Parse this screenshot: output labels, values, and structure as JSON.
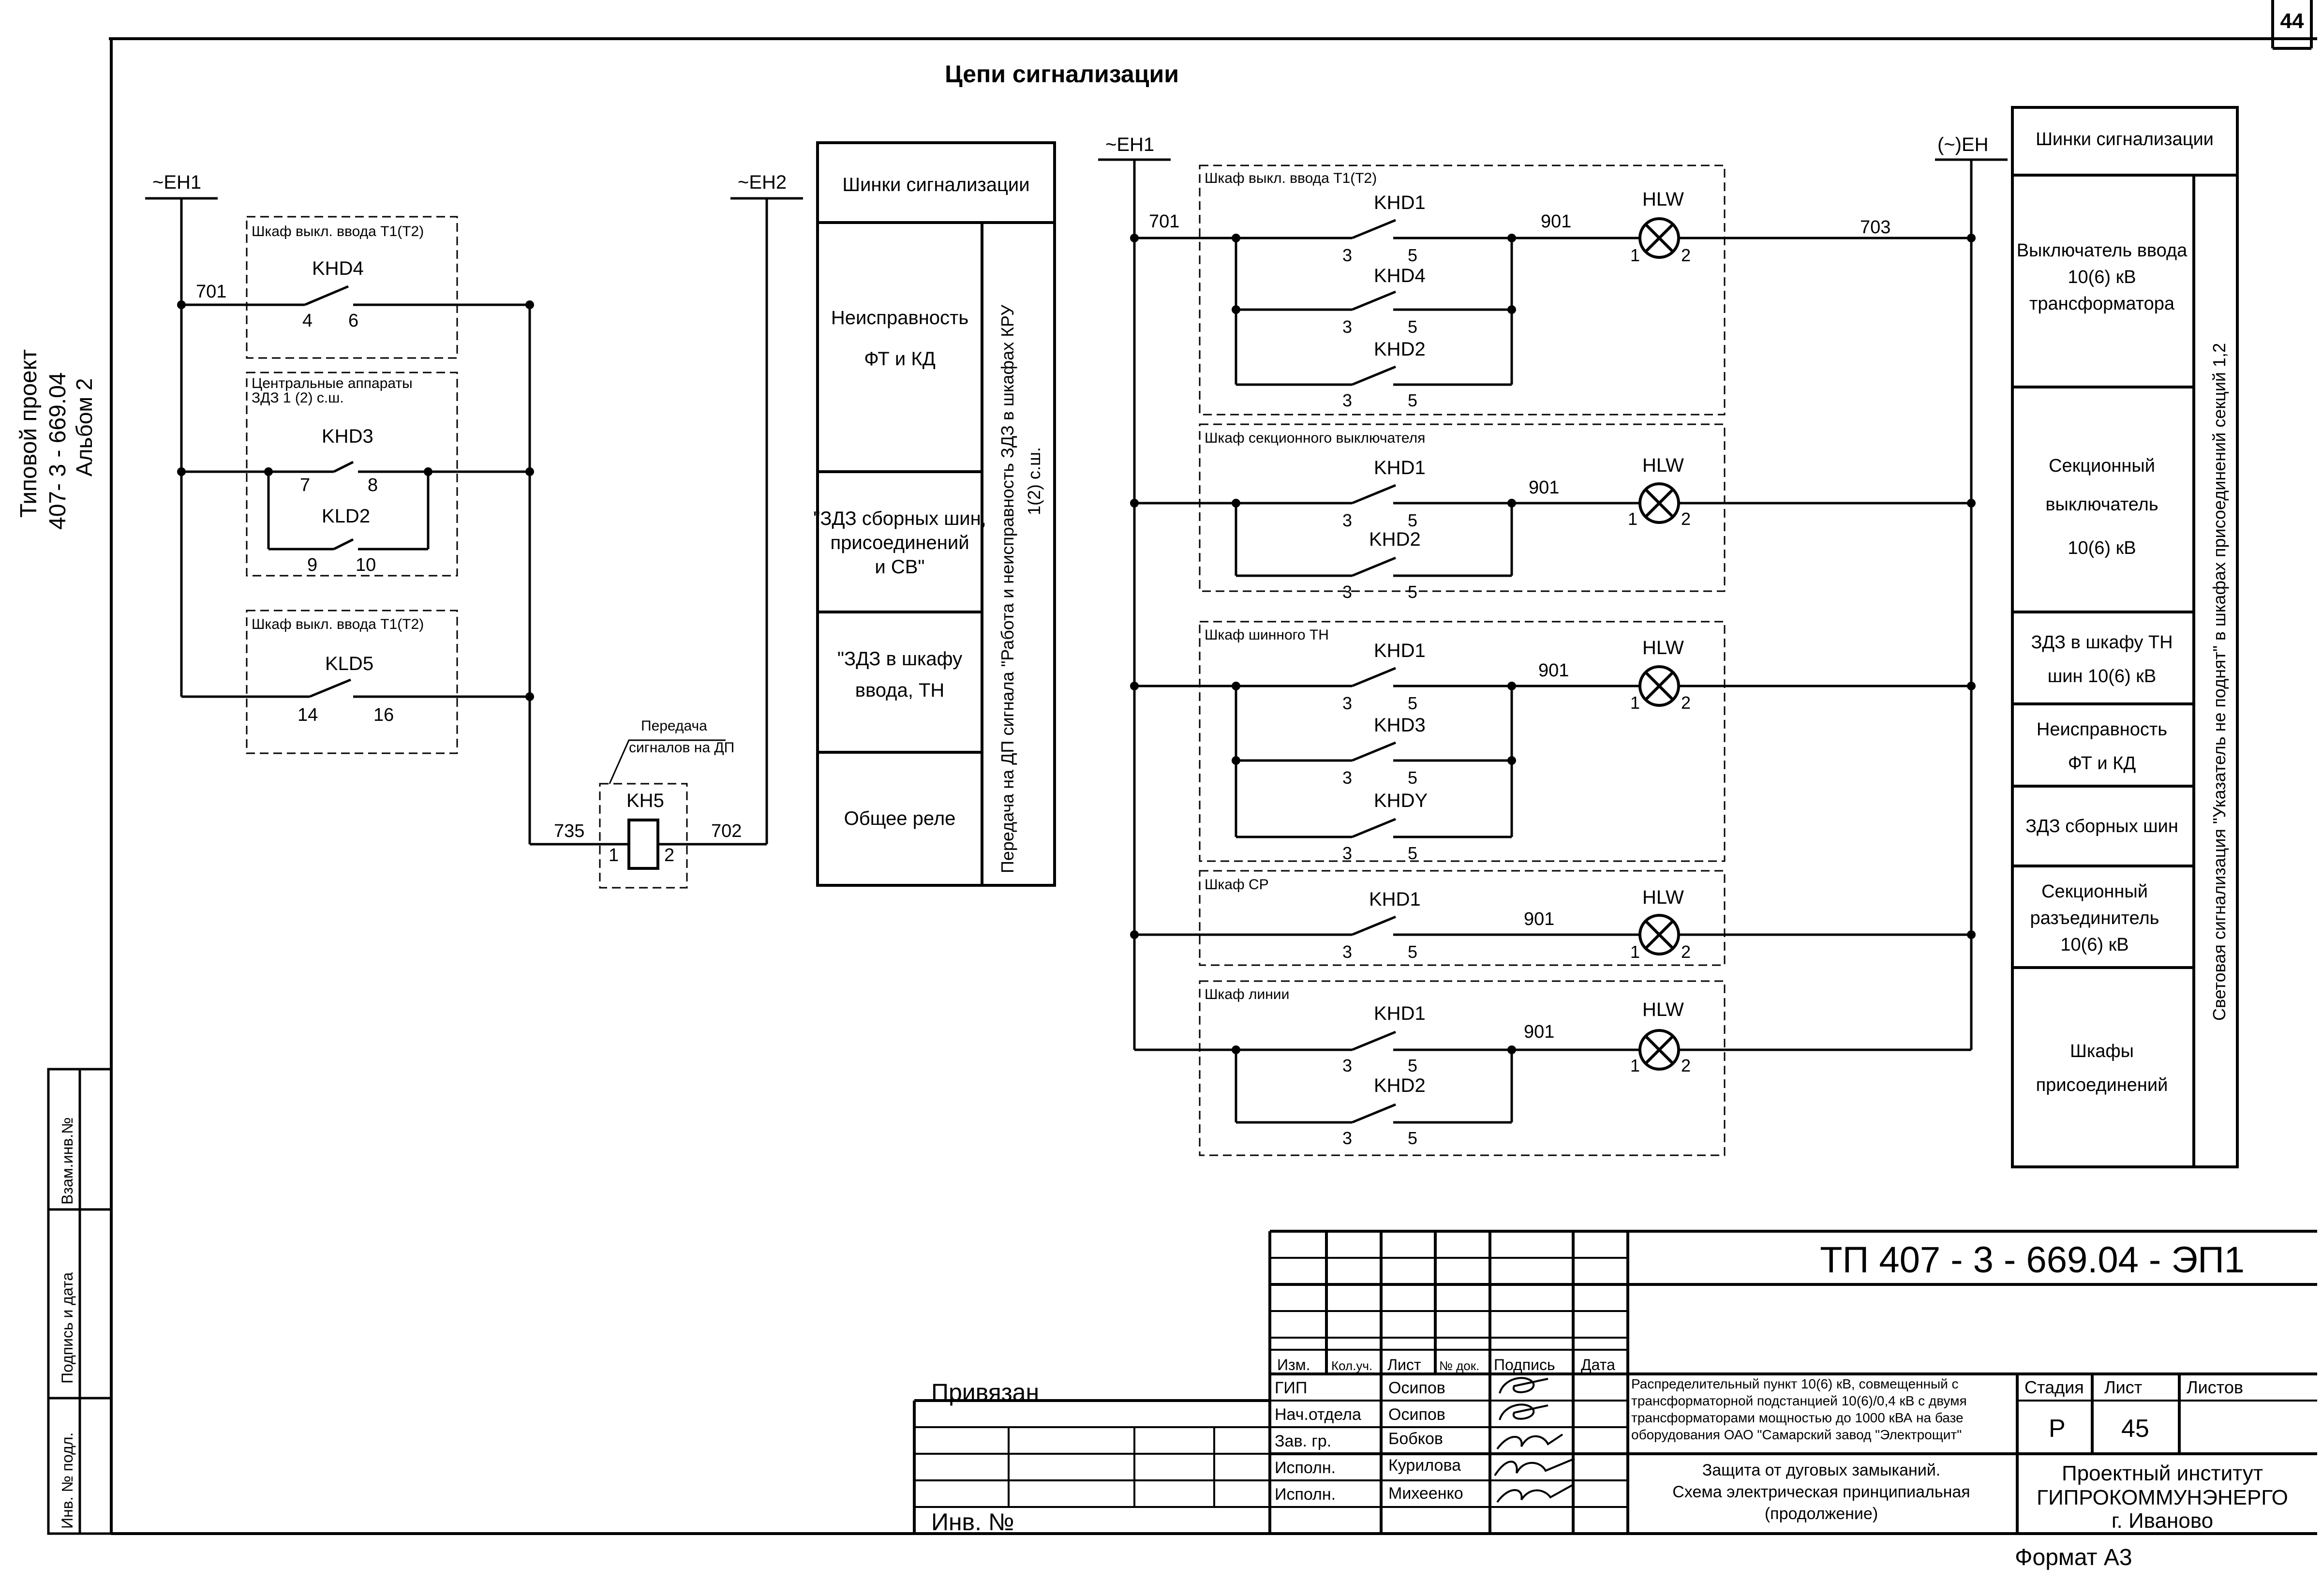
{
  "page_number": "44",
  "title": "Цепи сигнализации",
  "side_label": {
    "line1": "Типовой проект",
    "line2": "407- 3 - 669.04",
    "line3": "Альбом 2"
  },
  "stamp_left": {
    "vzam": "Взам.инв.№",
    "podpis": "Подпись и дата",
    "inv_podl": "Инв. № подл."
  },
  "left_circuit": {
    "bus1": "~ЕН1",
    "bus2": "~ЕН2",
    "wire_701": "701",
    "wire_735": "735",
    "wire_702": "702",
    "box1_title": "Шкаф выкл. ввода Т1(Т2)",
    "box1_contact": "KHD4",
    "box1_pins": [
      "4",
      "6"
    ],
    "box2_title_l1": "Центральные аппараты",
    "box2_title_l2": "ЗДЗ 1 (2) с.ш.",
    "box2_contact1": "KHD3",
    "box2_pins1": [
      "7",
      "8"
    ],
    "box2_contact2": "KLD2",
    "box2_pins2": [
      "9",
      "10"
    ],
    "box3_title": "Шкаф выкл. ввода Т1(Т2)",
    "box3_contact": "KLD5",
    "box3_pins": [
      "14",
      "16"
    ],
    "relay_note_l1": "Передача",
    "relay_note_l2": "сигналов на ДП",
    "relay_name": "KH5",
    "relay_pins": [
      "1",
      "2"
    ]
  },
  "bus_table_left": {
    "header": "Шинки сигнализации",
    "rows": [
      {
        "lines": [
          "Неисправность",
          "ФТ и КД"
        ]
      },
      {
        "lines": [
          "\"ЗДЗ сборных шин,",
          "присоединений",
          "и СВ\""
        ]
      },
      {
        "lines": [
          "\"ЗДЗ в шкафу",
          "ввода, ТН"
        ]
      },
      {
        "lines": [
          "Общее реле"
        ]
      }
    ],
    "vertical_l1": "Передача на ДП сигнала \"Работа и неисправность ЗДЗ в шкафах КРУ",
    "vertical_l2": "1(2) с.ш."
  },
  "right_circuit": {
    "bus1": "~ЕН1",
    "bus2": "(~)ЕН",
    "wire_701": "701",
    "wire_703": "703",
    "wire_901": "901",
    "lamp": "HLW",
    "lamp_pins": [
      "1",
      "2"
    ],
    "contact_pins": [
      "3",
      "5"
    ],
    "blocks": [
      {
        "title": "Шкаф выкл. ввода Т1(Т2)",
        "contacts": [
          "KHD1",
          "KHD4",
          "KHD2"
        ]
      },
      {
        "title": "Шкаф секционного выключателя",
        "contacts": [
          "KHD1",
          "KHD2"
        ]
      },
      {
        "title": "Шкаф шинного ТН",
        "contacts": [
          "KHD1",
          "KHD3",
          "KHDY"
        ]
      },
      {
        "title": "Шкаф СР",
        "contacts": [
          "KHD1"
        ]
      },
      {
        "title": "Шкаф линии",
        "contacts": [
          "KHD1",
          "KHD2"
        ]
      }
    ]
  },
  "bus_table_right": {
    "header": "Шинки сигнализации",
    "rows": [
      {
        "lines": [
          "Выключатель ввода",
          "10(6) кВ",
          "трансформатора"
        ]
      },
      {
        "lines": [
          "Секционный",
          "выключатель",
          "10(6) кВ"
        ]
      },
      {
        "lines": [
          "ЗДЗ в шкафу ТН",
          "шин 10(6) кВ"
        ]
      },
      {
        "lines": [
          "Неисправность",
          "ФТ и КД"
        ]
      },
      {
        "lines": [
          "ЗДЗ сборных шин"
        ]
      },
      {
        "lines": [
          "Секционный",
          "разъединитель",
          "10(6) кВ"
        ]
      },
      {
        "lines": [
          "Шкафы",
          "присоединений"
        ]
      }
    ],
    "vertical": "Световая сигнализация \"Указатель не поднят\" в шкафах присоединений секций 1,2"
  },
  "title_block": {
    "doc_code": "ТП  407 - 3 -  669.04 - ЭП1",
    "privyazan": "Привязан",
    "inv_no": "Инв. №",
    "format": "Формат А3",
    "col_headers": [
      "Изм.",
      "Кол.уч.",
      "Лист",
      "№ док.",
      "Подпись",
      "Дата"
    ],
    "roles": [
      {
        "role": "ГИП",
        "name": "Осипов"
      },
      {
        "role": "Нач.отдела",
        "name": "Осипов"
      },
      {
        "role": "Зав. гр.",
        "name": "Бобков"
      },
      {
        "role": "Исполн.",
        "name": "Курилова"
      },
      {
        "role": "Исполн.",
        "name": "Михеенко"
      }
    ],
    "object_desc": [
      "Распределительный пункт 10(6) кВ, совмещенный с",
      "трансформаторной подстанцией 10(6)/0,4 кВ с двумя",
      "трансформаторами мощностью до 1000 кВА на базе",
      "оборудования ОАО \"Самарский завод \"Электрощит\""
    ],
    "sheet_title": [
      "Защита от дуговых замыканий.",
      "Схема электрическая принципиальная",
      "(продолжение)"
    ],
    "stage_header": "Стадия",
    "sheet_header": "Лист",
    "sheets_header": "Листов",
    "stage": "Р",
    "sheet": "45",
    "sheets": "",
    "org_l1": "Проектный институт",
    "org_l2": "ГИПРОКОММУНЭНЕРГО",
    "org_l3": "г. Иваново"
  }
}
